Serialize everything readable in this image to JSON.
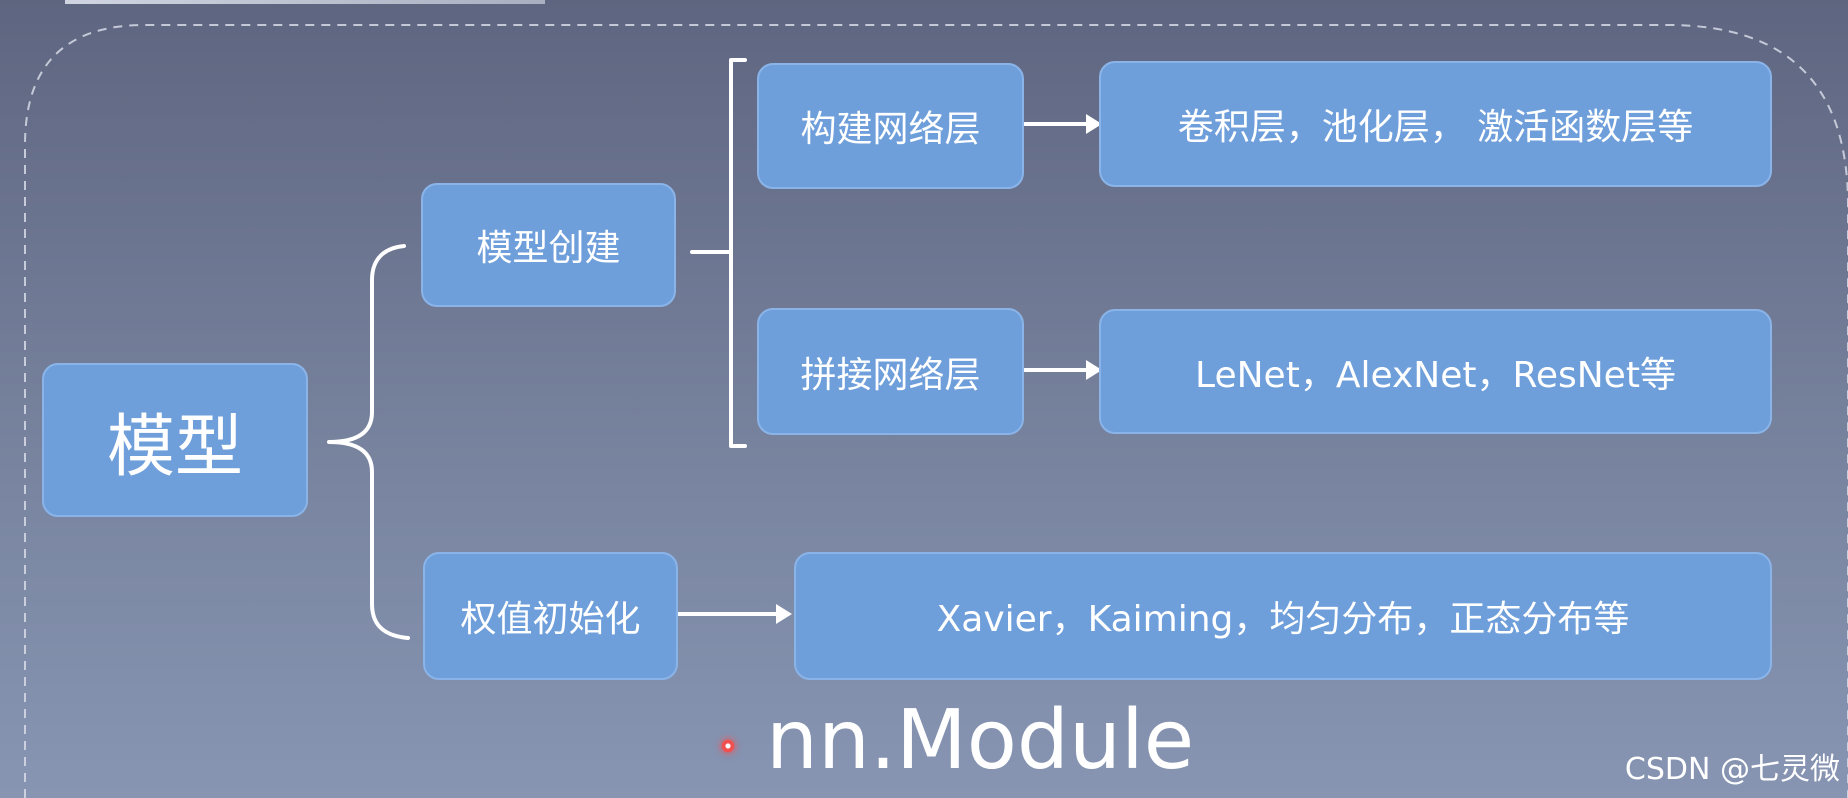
{
  "diagram": {
    "root": {
      "label": "模型"
    },
    "branches": {
      "model_creation": {
        "label": "模型创建",
        "children": [
          {
            "label": "构建网络层",
            "detail": "卷积层，池化层， 激活函数层等"
          },
          {
            "label": "拼接网络层",
            "detail": "LeNet，AlexNet，ResNet等"
          }
        ]
      },
      "weight_init": {
        "label": "权值初始化",
        "detail": "Xavier，Kaiming，均匀分布，正态分布等"
      }
    }
  },
  "footer": {
    "title": "nn.Module",
    "watermark": "CSDN @七灵微"
  },
  "colors": {
    "box_fill": "#6f9fdb",
    "box_border": "#8ab4e8",
    "text": "#ffffff",
    "connector": "#ffffff",
    "dashed_frame": "#d7dbe6",
    "pointer_red": "#ef5050"
  },
  "icons": {
    "pointer": "red-laser-pointer-dot"
  }
}
